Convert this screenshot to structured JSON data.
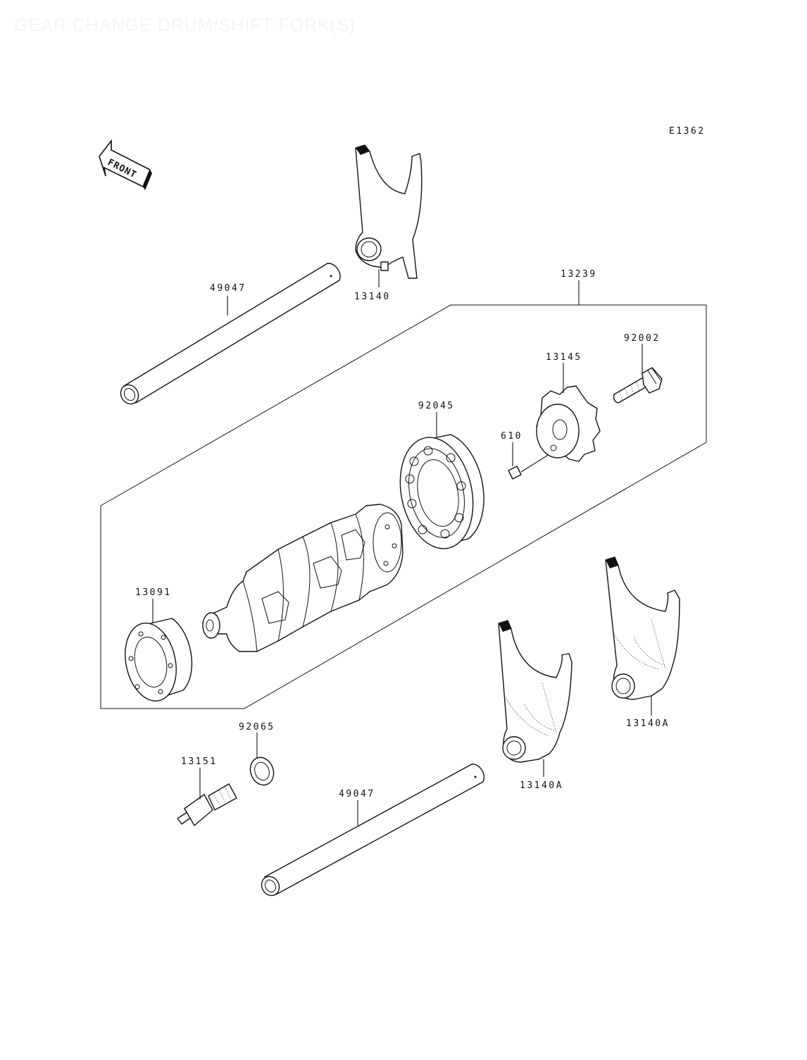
{
  "title": "GEAR CHANGE DRUM/SHIFT FORK(S)",
  "diagram_code": "E1362",
  "front_arrow_label": "FRONT",
  "callouts": [
    {
      "id": "c1",
      "label": "49047"
    },
    {
      "id": "c2",
      "label": "13140"
    },
    {
      "id": "c3",
      "label": "13239"
    },
    {
      "id": "c4",
      "label": "92002"
    },
    {
      "id": "c5",
      "label": "13145"
    },
    {
      "id": "c6",
      "label": "92045"
    },
    {
      "id": "c7",
      "label": "610"
    },
    {
      "id": "c8",
      "label": "13091"
    },
    {
      "id": "c9",
      "label": "92065"
    },
    {
      "id": "c10",
      "label": "13151"
    },
    {
      "id": "c11",
      "label": "49047"
    },
    {
      "id": "c12",
      "label": "13140A"
    },
    {
      "id": "c13",
      "label": "13140A"
    }
  ]
}
